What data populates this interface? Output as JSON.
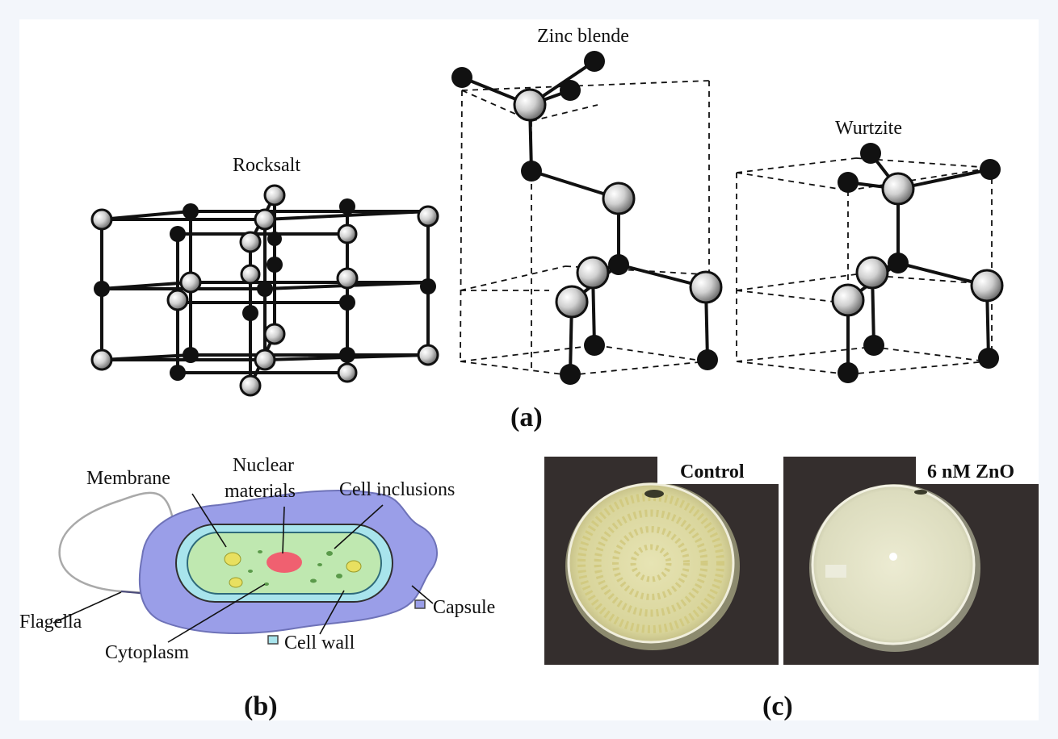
{
  "panel_a": {
    "tag": "(a)",
    "structures": {
      "rocksalt": "Rocksalt",
      "zinc_blende": "Zinc blende",
      "wurtzite": "Wurtzite"
    }
  },
  "panel_b": {
    "tag": "(b)",
    "labels": {
      "membrane": "Membrane",
      "nuclear_line1": "Nuclear",
      "nuclear_line2": "materials",
      "cell_inclusions": "Cell inclusions",
      "flagella": "Flagella",
      "capsule": "Capsule",
      "cytoplasm": "Cytoplasm",
      "cell_wall": "Cell wall"
    },
    "colors": {
      "capsule": "#9a9ee8",
      "wall": "#a8e4ec",
      "cytoplasm": "#bfe8b0",
      "nucleus": "#f06070",
      "inclusions": "#e8e060"
    }
  },
  "panel_c": {
    "tag": "(c)",
    "photos": {
      "control": "Control",
      "zno": "6 nM ZnO"
    }
  }
}
